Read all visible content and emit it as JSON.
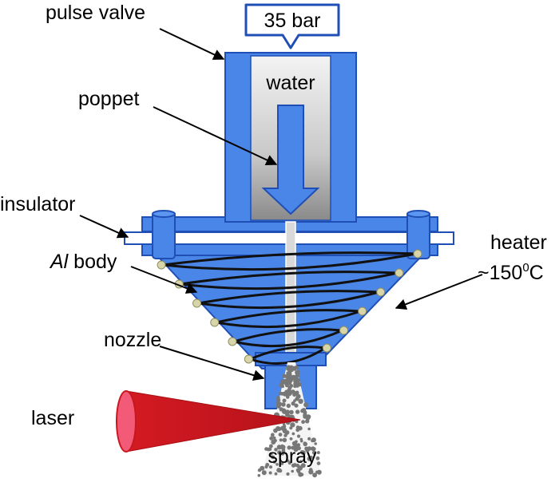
{
  "labels": {
    "pulse_valve": "pulse valve",
    "poppet": "poppet",
    "insulator": "insulator",
    "al_body_prefix": "Al",
    "al_body_suffix": " body",
    "nozzle": "nozzle",
    "laser": "laser",
    "pressure": "35 bar",
    "water": "water",
    "heater": "heater",
    "temperature_prefix": "~150",
    "temperature_superscript": "0",
    "temperature_unit": "C",
    "spray": "spray"
  },
  "colors": {
    "body_blue": "#4a86e8",
    "outline_blue": "#1f4fb5",
    "laser_red": "#c8171e",
    "laser_pink": "#f25a78",
    "coil": "#111111",
    "coil_bead": "#d8d6a8",
    "droplet": "#777777"
  }
}
